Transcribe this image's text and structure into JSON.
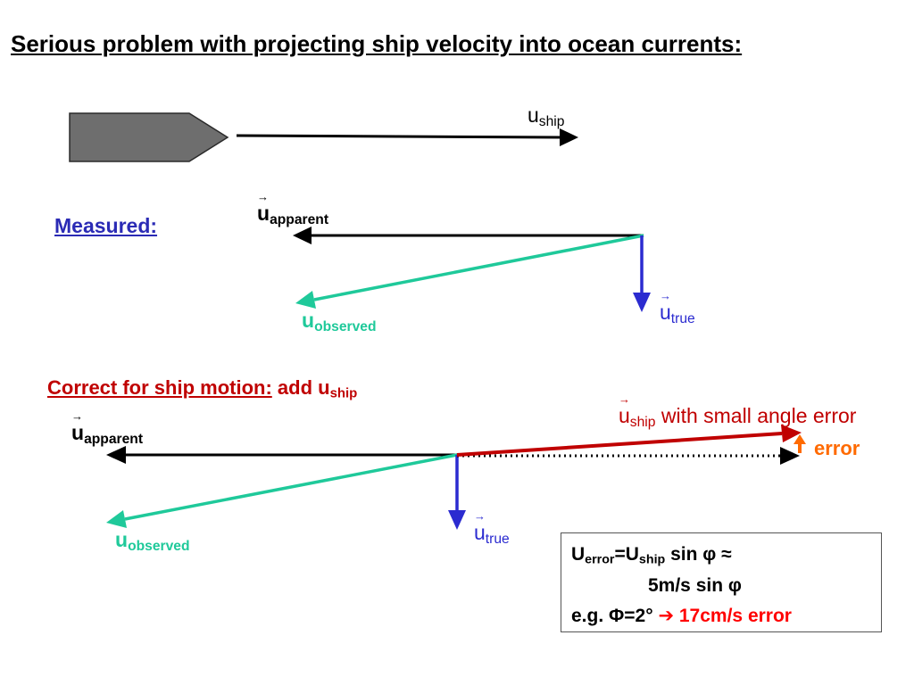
{
  "title": "Serious problem with projecting ship velocity into ocean currents:",
  "headings": {
    "measured": "Measured:",
    "correct_prefix": "Correct for ship motion:",
    "correct_add": " add u",
    "correct_add_sub": "ship"
  },
  "labels": {
    "u": "u",
    "sub_ship": "ship",
    "sub_apparent": "apparent",
    "sub_observed": "observed",
    "sub_true": "true",
    "ship_suffix": " with small angle error",
    "error": "error",
    "vector_arrow": "→"
  },
  "formula": {
    "line1_U": "U",
    "line1_sub_error": "error",
    "line1_eq": "=U",
    "line1_sub_ship": "ship",
    "line1_rest": " sin φ ≈",
    "line2": "5m/s sin φ",
    "line3_prefix": "e.g. Φ=2° ",
    "line3_arrow": "➔",
    "line3_red": " 17cm/s error"
  },
  "colors": {
    "black": "#000000",
    "teal": "#1fc99a",
    "blue": "#2b2bd0",
    "dark_red": "#c00000",
    "orange": "#ff6a00",
    "ship_fill": "#6e6e6e"
  }
}
